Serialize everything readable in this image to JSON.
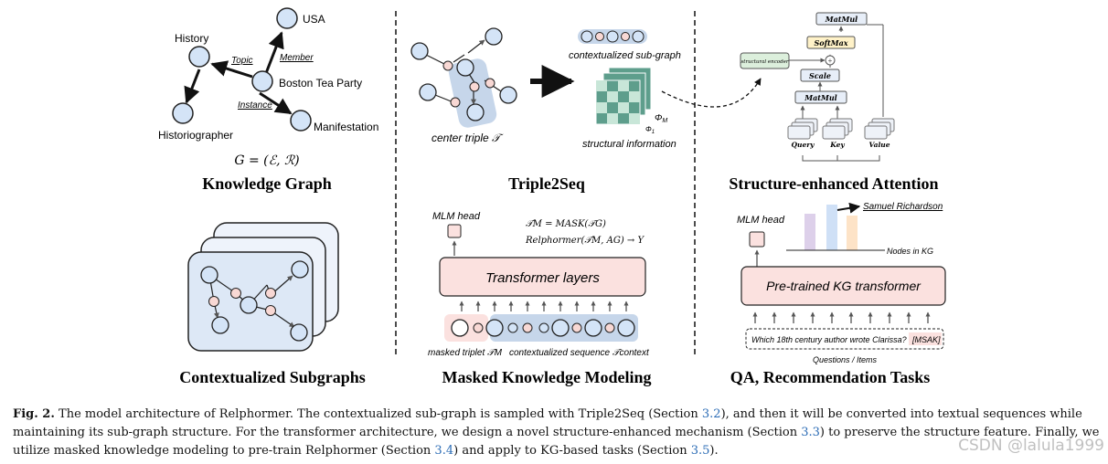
{
  "kg": {
    "nodes": [
      "USA",
      "History",
      "Boston Tea Party",
      "Historiographer",
      "Manifestation"
    ],
    "edges": [
      "Topic",
      "Member",
      "Instance"
    ],
    "formula": "G = (ℰ, ℛ)",
    "title": "Knowledge Graph"
  },
  "triple2seq": {
    "center_triple": "center triple 𝒯",
    "ctx_subgraph": "contextualized sub-graph",
    "struct_info": "structural information",
    "phi_m": "Φ",
    "phi_m_sub": "M",
    "phi_1": "Φ",
    "phi_1_sub": "1",
    "title": "Triple2Seq"
  },
  "attention": {
    "matmul_top": "MatMul",
    "softmax": "SoftMax",
    "struct_encoder": "structural encoder",
    "scale": "Scale",
    "matmul_bottom": "MatMul",
    "query": "Query",
    "key": "Key",
    "value": "Value",
    "title": "Structure-enhanced Attention"
  },
  "subgraphs": {
    "title": "Contextualized Subgraphs"
  },
  "mkm": {
    "mlm_head": "MLM head",
    "eq1": "𝒯M = MASK(𝒯G)",
    "eq2": "Relphormer(𝒯M, AG) → Y",
    "transformer": "Transformer layers",
    "masked_triplet": "masked triplet 𝒯M",
    "ctx_sequence": "contextualized sequence 𝒯context",
    "title": "Masked Knowledge Modeling"
  },
  "qa": {
    "mlm_head": "MLM head",
    "answer": "Samuel Richardson",
    "nodes_kg": "Nodes in KG",
    "transformer": "Pre-trained KG transformer",
    "question": "Which 18th century author wrote Clarissa?",
    "mask_token": "[MSAK]",
    "questions_items": "Questions / Items",
    "title": "QA, Recommendation Tasks"
  },
  "caption": {
    "fig_label": "Fig. 2.",
    "t1": " The model architecture of Relphormer. The contextualized sub-graph is sampled with Triple2Seq (Section ",
    "r1": "3.2",
    "t2": "), and then it will be converted into textual sequences while maintaining its sub-graph structure. For the transformer architecture, we design a novel structure-enhanced mechanism (Section ",
    "r2": "3.3",
    "t3": ") to preserve the structure feature. Finally, we utilize masked knowledge modeling to pre-train Relphormer (Section ",
    "r3": "3.4",
    "t4": ") and apply to KG-based tasks (Section ",
    "r4": "3.5",
    "t5": ")."
  },
  "watermark": "CSDN @lalula1999",
  "colors": {
    "node_blue": "#d4e4f7",
    "node_pink": "#f8d8d4",
    "node_stroke": "#222222",
    "highlight_blue": "#c6d6ea",
    "transformer_fill": "#fbe1df",
    "matrix_teal": "#5e9e8c",
    "matrix_light": "#c8e6d8",
    "softmax_fill": "#fff2c8",
    "encoder_fill": "#dcefdc",
    "bar_purple": "#ddd0ea",
    "bar_blue": "#cfe0f6",
    "bar_orange": "#fde3c7",
    "ref_link": "#2a6bb5"
  }
}
